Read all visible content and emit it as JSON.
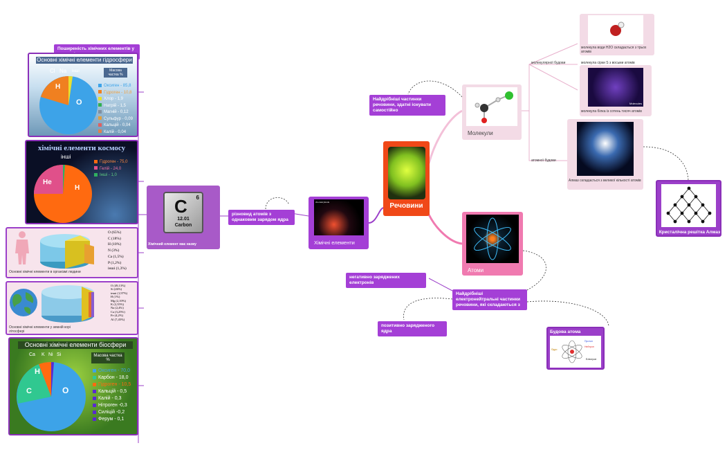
{
  "connectors_color": "#e89ac0",
  "left_header": "Поширеність хімічних елементів у природі.",
  "hydrosphere": {
    "title": "Основні хімічні елементи гідросфери",
    "top_labels": [
      "Cl",
      "Na",
      "інші"
    ],
    "mass_label": "Масова частка %",
    "pie_labels": {
      "h": "H",
      "o": "O"
    },
    "legend": [
      "Оксиген - 85,8",
      "Гідроген - 10,8",
      "Хлор - 1,9",
      "Натрій - 1,5",
      "Магній - 0,12",
      "Сульфур - 0,09",
      "Кальцій - 0,04",
      "Калій - 0,04"
    ],
    "colors": [
      "#3da3e8",
      "#f08020",
      "#e8e030",
      "#30b050",
      "#8090a0",
      "#e0a040",
      "#e06060",
      "#e08050"
    ]
  },
  "cosmos": {
    "title": "хімічні елементи космосу",
    "other": "інші",
    "pie_labels": {
      "he": "He",
      "h": "H"
    },
    "legend": [
      "Гідроген - 75,0",
      "Гелій - 24,0",
      "Інші - 1,0"
    ],
    "colors": [
      "#ff6a10",
      "#e0508a",
      "#30b060"
    ]
  },
  "human": {
    "caption": "Основні хімічні елементи в організмі людини",
    "items": [
      "O (65%)",
      "C (18%)",
      "H (10%)",
      "N (3%)",
      "Ca (1,5%)",
      "P (1,2%)",
      "інші (1,3%)"
    ]
  },
  "biosphere_earth": {
    "caption": "Основні хімічні елементи у земній корі літосфері",
    "items": [
      "O (49,13%)",
      "Si (26%)",
      "інші (1,97%)",
      "H (1%)",
      "Mg (2,10%)",
      "K (2,35%)",
      "Na (2,4%)",
      "Ca (3,25%)",
      "Fe (4,2%)",
      "Al (7,45%)"
    ]
  },
  "biosphere": {
    "title": "Основні хімічні елементи біосфери",
    "top_labels": [
      "Ca",
      "K",
      "Ni",
      "Si"
    ],
    "mass_label": "Масова частка %",
    "pie_labels": {
      "h": "H",
      "c": "C",
      "o": "O"
    },
    "legend": [
      "Оксиген - 70,0",
      "Карбон - 18,0",
      "Гідроген - 10,5",
      "Кальцій - 0,5",
      "Калій - 0,3",
      "Нітроген -0,3",
      "Силіцій -0,2",
      "Ферум - 0,1"
    ],
    "colors": [
      "#3da3e8",
      "#30c890",
      "#ff6a10",
      "#5a2ad0",
      "#5a2ad0",
      "#5a2ad0",
      "#5a2ad0",
      "#5a2ad0"
    ]
  },
  "carbon": {
    "number": "6",
    "symbol": "C",
    "mass": "12.01",
    "name": "Carbon",
    "caption": "Хімічний елемент має назву"
  },
  "def_element": "різновид атомів з однаковим зарядом ядра",
  "elements_node": {
    "caption": "Хімічні елементи",
    "thumb_text": "chemistryfonds"
  },
  "center": {
    "title": "Речовини"
  },
  "molecules": {
    "label": "Молекули",
    "def": "Найдрібніші частинки речовини, здатні існувати самостійно",
    "molecular": "молекулярної будови",
    "atomic": "атомної будови",
    "water": "молекула води Н2О складається з трьох атомів",
    "sulfur": "молекула сірки S з восьми атомів",
    "protein": "молекула білка із сотень тисяч атомів",
    "protein_tag": "Molecules",
    "diamond": "Алмаз складається з великої кількості атомів",
    "lattice": "Кристалічна решітка Алмаз"
  },
  "atoms": {
    "label": "Атоми",
    "def": "Найдрібніші електронейтральні частинки речовини, які складаються з",
    "electrons": "негативно заряджених електронів",
    "nucleus": "позитивно зарядженого ядра",
    "structure": "Будова атома",
    "structure_labels": [
      "Ядро",
      "Протон",
      "Нейтрон",
      "Електрон"
    ]
  }
}
